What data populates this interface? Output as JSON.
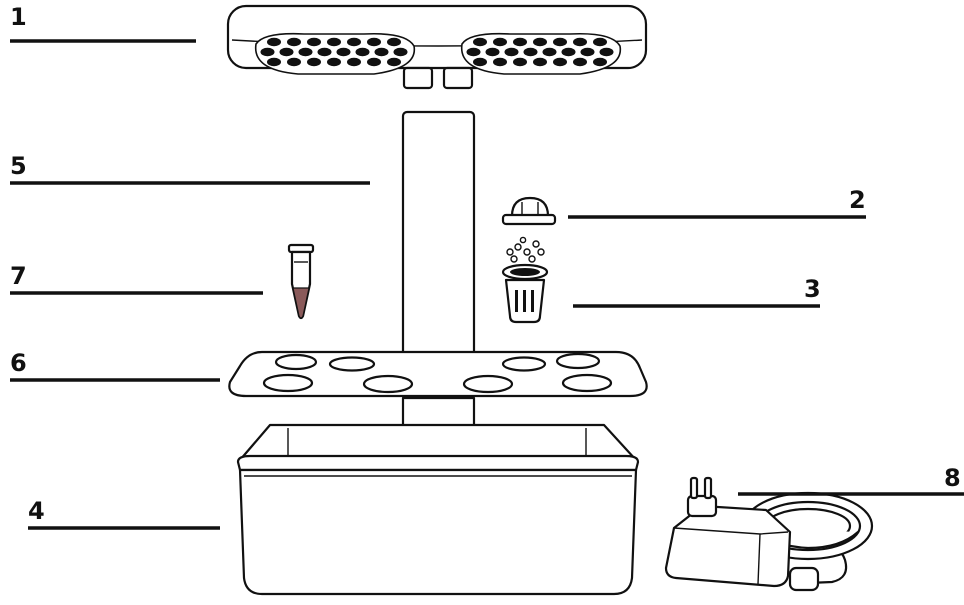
{
  "labels": [
    {
      "id": "1",
      "text": "1"
    },
    {
      "id": "2",
      "text": "2"
    },
    {
      "id": "3",
      "text": "3"
    },
    {
      "id": "4",
      "text": "4"
    },
    {
      "id": "5",
      "text": "5"
    },
    {
      "id": "6",
      "text": "6"
    },
    {
      "id": "7",
      "text": "7"
    },
    {
      "id": "8",
      "text": "8"
    }
  ],
  "colors": {
    "line": "#111111",
    "background": "#ffffff",
    "nutrient_liquid": "#8a5a5a"
  },
  "icons": [
    "led-light-panel",
    "plant-dome",
    "seeds",
    "grow-basket",
    "water-tank-base",
    "light-pole",
    "planting-deck",
    "nutrient-vial",
    "power-adapter"
  ]
}
